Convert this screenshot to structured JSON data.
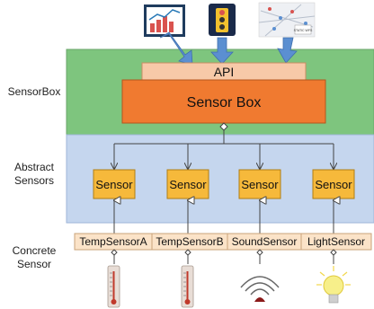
{
  "layers": {
    "sensorbox_label": "SensorBox",
    "abstract_label_line1": "Abstract",
    "abstract_label_line2": "Sensors",
    "concrete_label_line1": "Concrete",
    "concrete_label_line2": "Sensor"
  },
  "top": {
    "api_label": "API",
    "sensor_box_label": "Sensor Box",
    "map_text": "STATIC WFS"
  },
  "abstract_sensors": [
    {
      "label": "Sensor"
    },
    {
      "label": "Sensor"
    },
    {
      "label": "Sensor"
    },
    {
      "label": "Sensor"
    }
  ],
  "concrete_sensors": [
    {
      "label": "TempSensorA",
      "icon": "thermometer-icon"
    },
    {
      "label": "TempSensorB",
      "icon": "thermometer-icon"
    },
    {
      "label": "SoundSensor",
      "icon": "sound-waves-icon"
    },
    {
      "label": "LightSensor",
      "icon": "light-bulb-icon"
    }
  ],
  "colors": {
    "green_panel": "#7ec57e",
    "blue_panel": "#c5d6ee",
    "api_fill": "#f7c9a8",
    "sensor_box_fill": "#f07a30",
    "sensor_fill": "#f6b93b",
    "concrete_fill": "#fbe3c8",
    "arrow_blue": "#5b8fd1"
  }
}
